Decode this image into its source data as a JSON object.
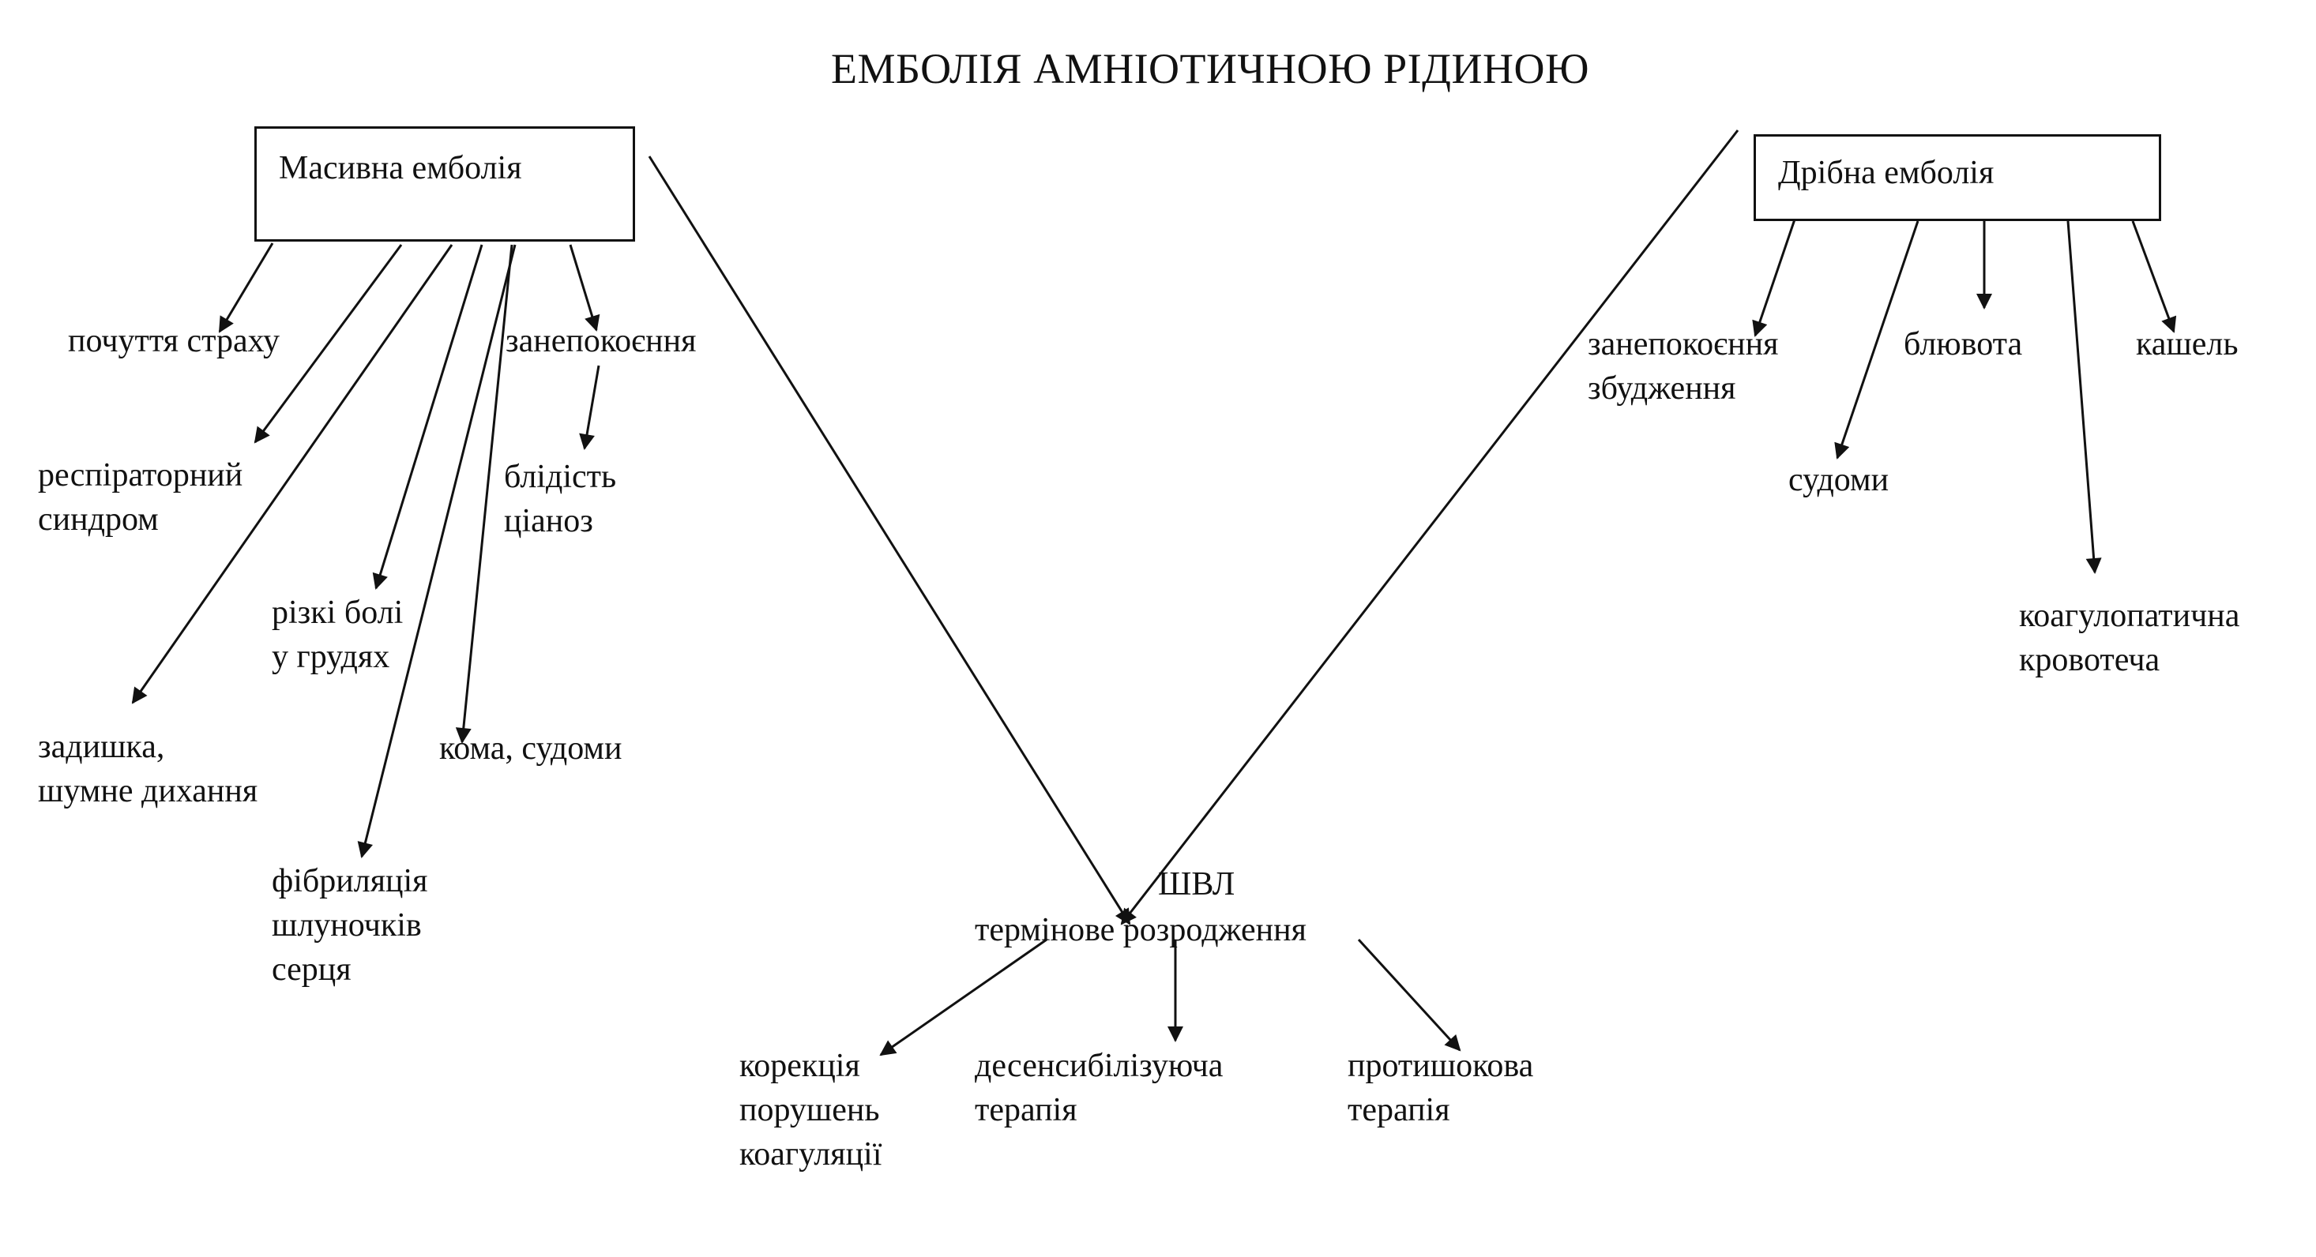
{
  "title": "ЕМБОЛІЯ АМНІОТИЧНОЮ РІДИНОЮ",
  "massive": {
    "label": "Масивна емболія",
    "symptoms": {
      "fear": "почуття страху",
      "anxiety": "занепокоєння",
      "respiratory": [
        "респіраторний",
        "синдром"
      ],
      "pallor": [
        "блідість",
        "ціаноз"
      ],
      "chest_pain": [
        "різкі болі",
        "у грудях"
      ],
      "dyspnea": [
        "задишка,",
        "шумне дихання"
      ],
      "coma": "кома, судоми",
      "fibrillation": [
        "фібриляція",
        "шлуночків",
        "серця"
      ]
    }
  },
  "minor": {
    "label": "Дрібна емболія",
    "symptoms": {
      "anxiety": [
        "занепокоєння",
        "збудження"
      ],
      "vomiting": "блювота",
      "cough": "кашель",
      "seizures": "судоми",
      "bleeding": [
        "коагулопатична",
        "кровотеча"
      ]
    }
  },
  "treatment": {
    "ventilation": "ШВЛ",
    "delivery": "термінове розродження",
    "coagulation": [
      "корекція",
      "порушень",
      "коагуляції"
    ],
    "desensitizing": [
      "десенсибілізуюча",
      "терапія"
    ],
    "antishock": [
      "протишокова",
      "терапія"
    ]
  },
  "colors": {
    "ink": "#111111",
    "background": "#ffffff"
  }
}
